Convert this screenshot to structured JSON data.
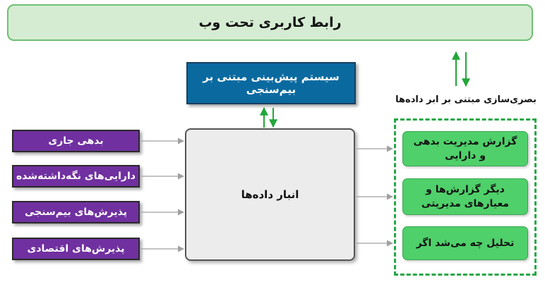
{
  "top_bar": {
    "title": "رابط کاربری تحت وب"
  },
  "forecast_system": {
    "label": "سیستم پیش‌بینی مبتنی بر بیم‌سنجی"
  },
  "data_warehouse": {
    "label": "انبار داده‌ها"
  },
  "sources": [
    {
      "label": "بدهی جاری"
    },
    {
      "label": "دارایی‌های نگه‌داشته‌شده"
    },
    {
      "label": "پذیرش‌های بیم‌سنجی"
    },
    {
      "label": "پذیرش‌های اقتصادی"
    }
  ],
  "visualization": {
    "label": "بصری‌سازی مبتنی بر ابر داده‌ها",
    "reports": [
      {
        "label": "گزارش مدیریت بدهی و دارایی"
      },
      {
        "label": "دیگر گزارش‌ها و معیارهای مدیریتی"
      },
      {
        "label": "تحلیل چه می‌شد اگر"
      }
    ]
  },
  "colors": {
    "top_bar_fill": "#d5ecd2",
    "top_bar_border": "#6fbf73",
    "forecast_fill": "#0a6aa0",
    "source_fill": "#7030a0",
    "warehouse_fill": "#ececec",
    "report_fill": "#4fd06a",
    "dashed_border": "#27a745",
    "arrow_green": "#22a63a",
    "arrow_gray": "#a0a0a0"
  }
}
